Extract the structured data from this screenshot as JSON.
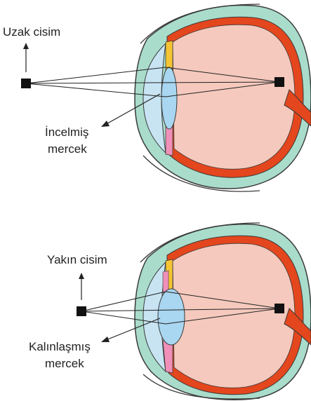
{
  "panels": [
    {
      "object_label": "Uzak cisim",
      "lens_label_line1": "İncelmiş",
      "lens_label_line2": "mercek"
    },
    {
      "object_label": "Yakın cisim",
      "lens_label_line1": "Kalınlaşmış",
      "lens_label_line2": "mercek"
    }
  ],
  "colors": {
    "sclera_outer": "#a9dccb",
    "sclera_stroke": "#3a3a3a",
    "choroid": "#e4461d",
    "retina_band": "#f2a08a",
    "vitreous": "#f5c9bd",
    "cornea": "#c8e4f3",
    "lens": "#a9d6f0",
    "iris_yellow": "#f4c434",
    "iris_pink": "#f090b8",
    "ray": "#222222",
    "object": "#111111"
  }
}
